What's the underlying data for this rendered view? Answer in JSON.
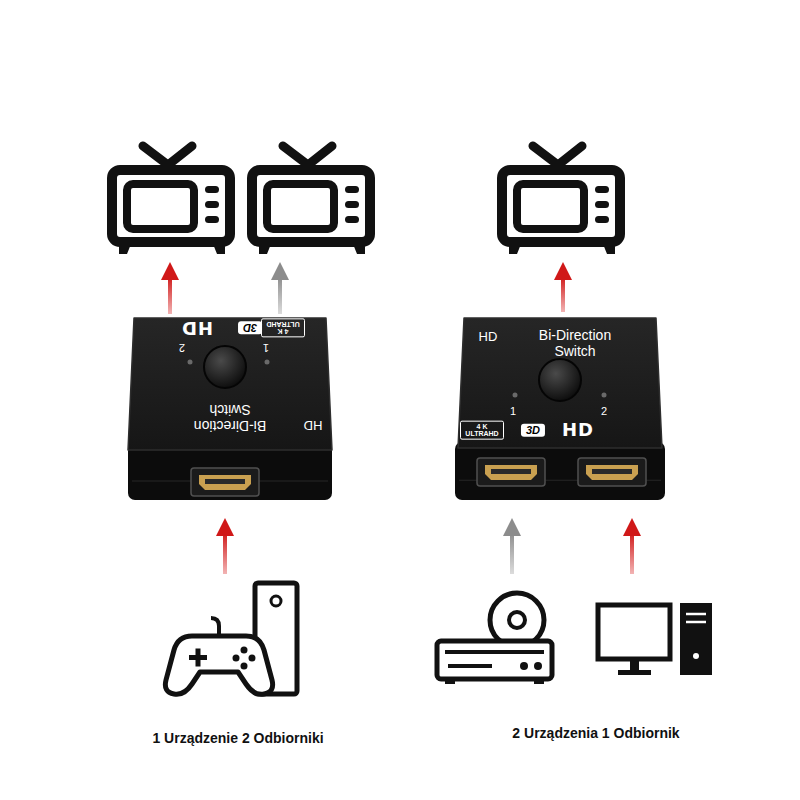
{
  "diagram": {
    "nodes": [
      {
        "text": [
          "HD",
          "Bi-Direction Switch",
          "1",
          "2",
          "4 K ULTRAHD",
          "3D",
          "HD"
        ]
      },
      {
        "text": [
          "HD",
          "Bi-Direction Switch",
          "1",
          "2",
          "4 K ULTRAHD",
          "3D",
          "HD"
        ]
      }
    ],
    "labels": [
      "1 Urządzenie 2 Odbiorniki",
      "2 Urządzenia 1 Odbiornik"
    ]
  }
}
